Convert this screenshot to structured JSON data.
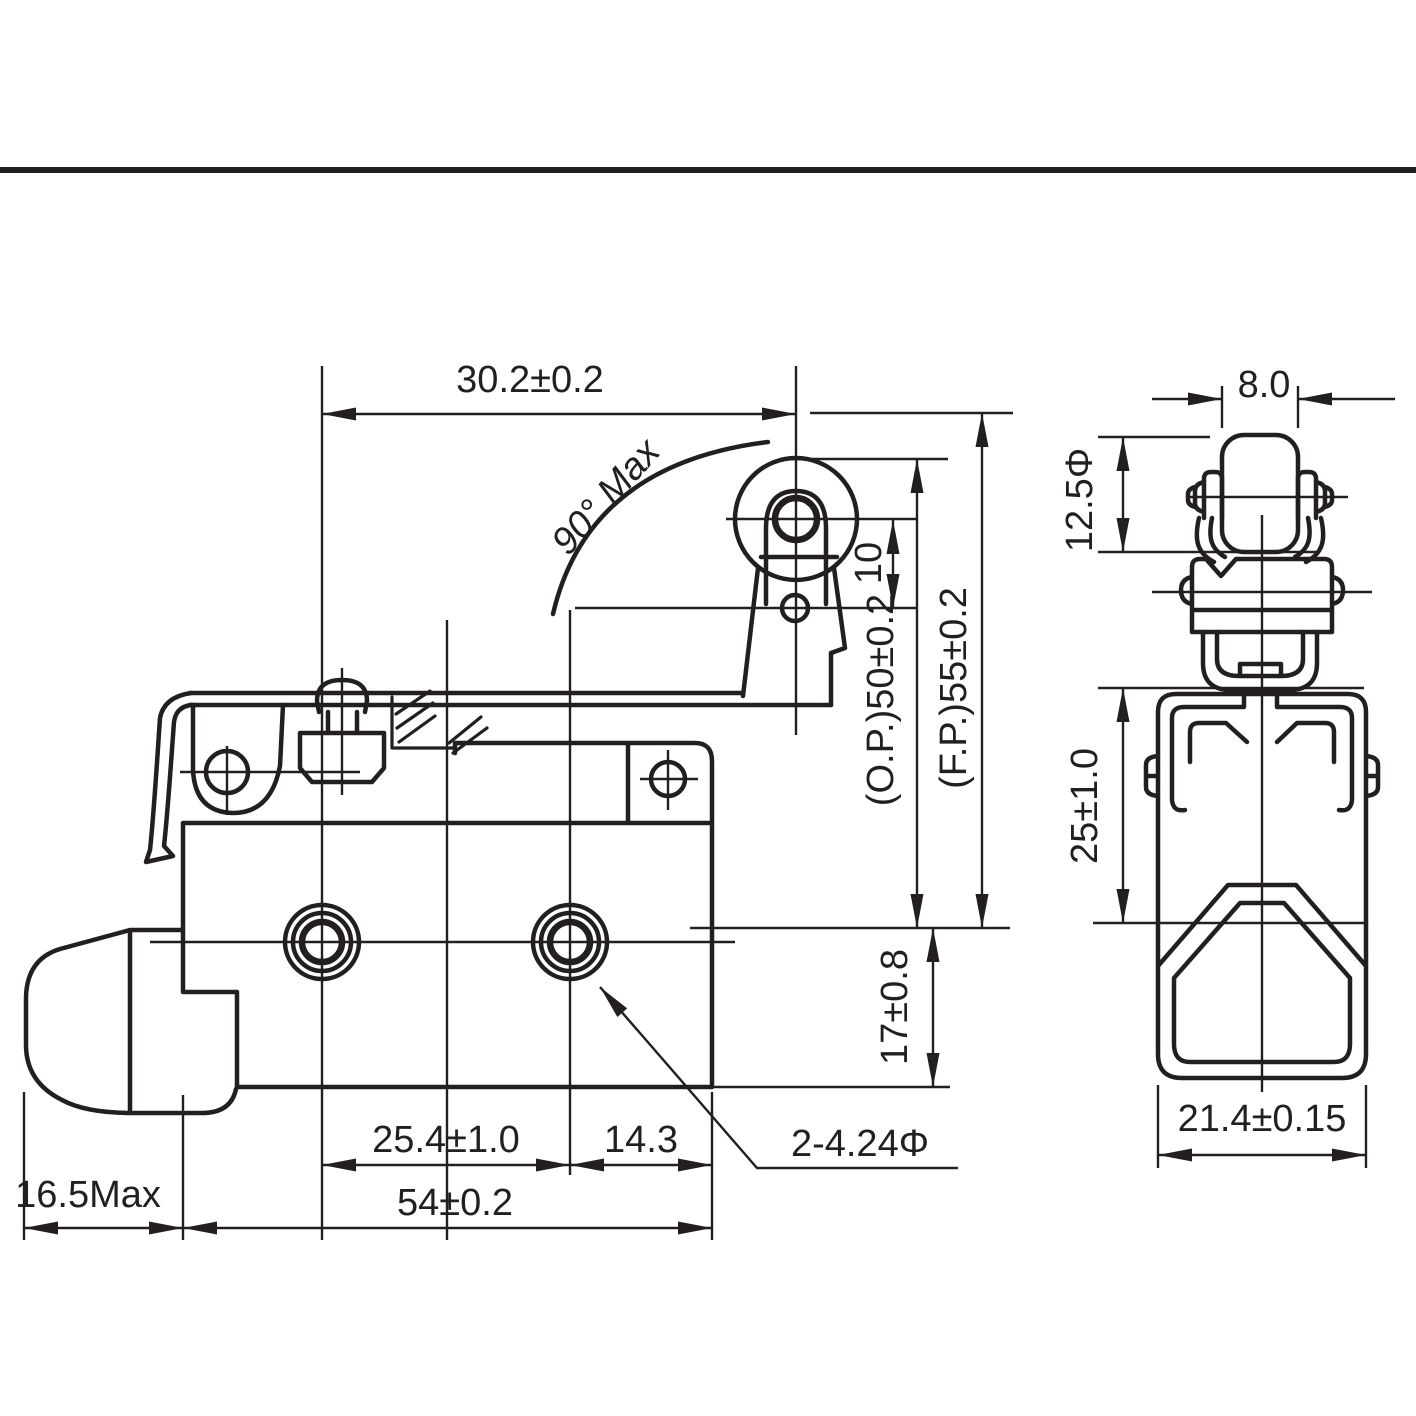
{
  "meta": {
    "background": "#ffffff",
    "ink_color": "#231f20",
    "drawing_type": "limit-switch roller-lever dimension drawing"
  },
  "side_view": {
    "dims": {
      "lever_length": "30.2±0.2",
      "lever_angle": "90° Max",
      "roller_hole_offset": "10",
      "operating_position": "(O.P.)50±0.2",
      "free_position": "(F.P.)55±0.2",
      "base_height": "17±0.8",
      "mount_hole_note": "2-4.24Φ",
      "hole_spacing": "25.4±1.0",
      "hole_to_edge": "14.3",
      "body_length": "54±0.2",
      "boot_length": "16.5Max"
    }
  },
  "front_view": {
    "dims": {
      "roller_width": "8.0",
      "roller_diameter": "12.5Φ",
      "upper_height": "25±1.0",
      "body_width": "21.4±0.15"
    }
  }
}
